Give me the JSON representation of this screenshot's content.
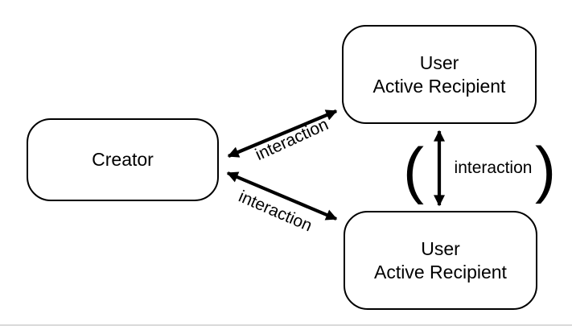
{
  "diagram": {
    "nodes": {
      "creator": {
        "label": "Creator"
      },
      "user_top": {
        "lines": [
          "User",
          "Active Recipient"
        ]
      },
      "user_bottom": {
        "lines": [
          "User",
          "Active Recipient"
        ]
      }
    },
    "edges": {
      "creator_user_top": {
        "label": "interaction"
      },
      "creator_user_bottom": {
        "label": "interaction"
      },
      "user_top_user_bottom": {
        "label": "interaction"
      }
    },
    "parentheses": {
      "open": "(",
      "close": ")"
    },
    "colors": {
      "stroke": "#000000",
      "background": "#ffffff",
      "footer_line": "#d9d9d9"
    }
  }
}
